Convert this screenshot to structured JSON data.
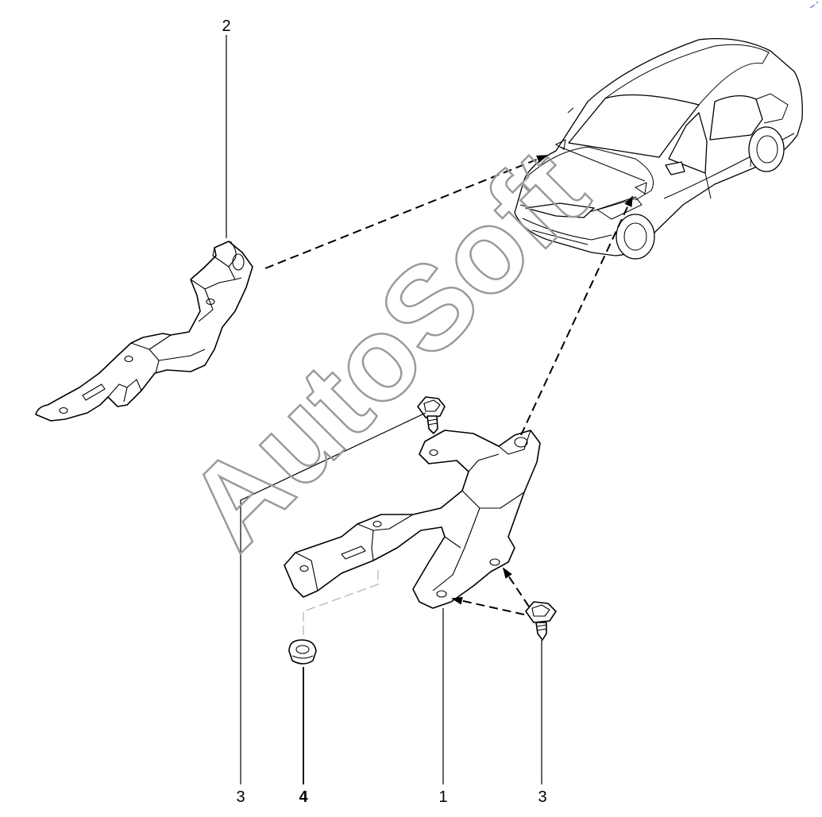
{
  "diagram": {
    "callouts": {
      "part_2": "2",
      "part_3_left": "3",
      "part_4": "4",
      "part_1": "1",
      "part_3_right": "3"
    },
    "watermark": "AutoSoft"
  }
}
